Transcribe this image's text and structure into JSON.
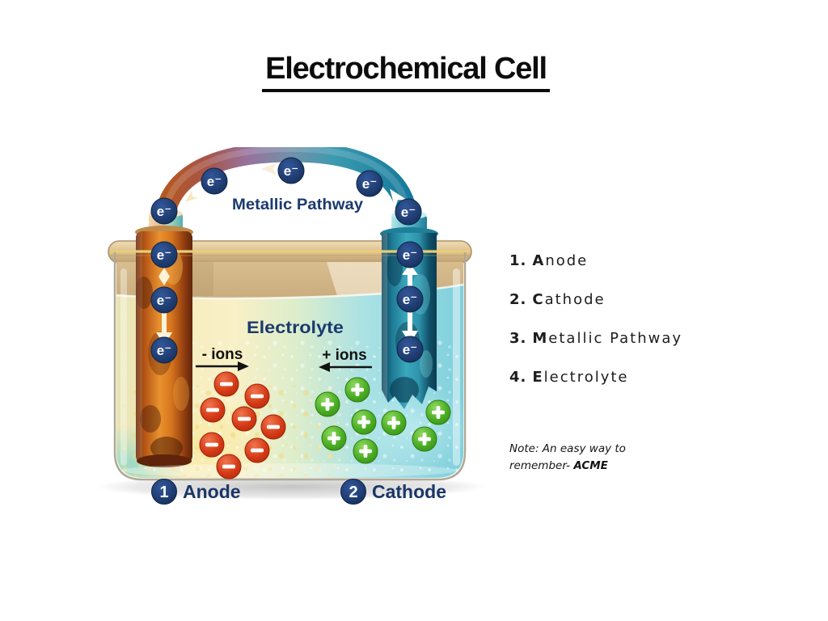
{
  "title": "Electrochemical Cell",
  "diagram": {
    "metallic_pathway_label": "Metallic Pathway",
    "electrolyte_label": "Electrolyte",
    "negative_ions_label": "- ions",
    "positive_ions_label": "+ ions",
    "electron_symbol": "e⁻",
    "anode_marker": {
      "number": "1",
      "label": "Anode"
    },
    "cathode_marker": {
      "number": "2",
      "label": "Cathode"
    },
    "negative_ion_count": 8,
    "positive_ion_count": 8,
    "colors": {
      "navy_text": "#1b3a6e",
      "electron_circle": "#16325f",
      "negative_ion_red": "#cb2d10",
      "positive_ion_green": "#3fa51d",
      "anode_orange": "#d9761e",
      "cathode_teal": "#2e93ab",
      "rim_tan": "#d9bd8c",
      "liquid_left": "#f9f0c6",
      "liquid_right": "#7fd0dd"
    }
  },
  "legend": {
    "items": [
      {
        "number": "1.",
        "lead": "A",
        "rest": "node"
      },
      {
        "number": "2.",
        "lead": "C",
        "rest": "athode"
      },
      {
        "number": "3.",
        "lead": "M",
        "rest": "etallic Pathway"
      },
      {
        "number": "4.",
        "lead": "E",
        "rest": "lectrolyte"
      }
    ]
  },
  "note": {
    "line1": "Note: An easy way to",
    "line2_prefix": "remember- ",
    "line2_emphasis": "ACME"
  }
}
